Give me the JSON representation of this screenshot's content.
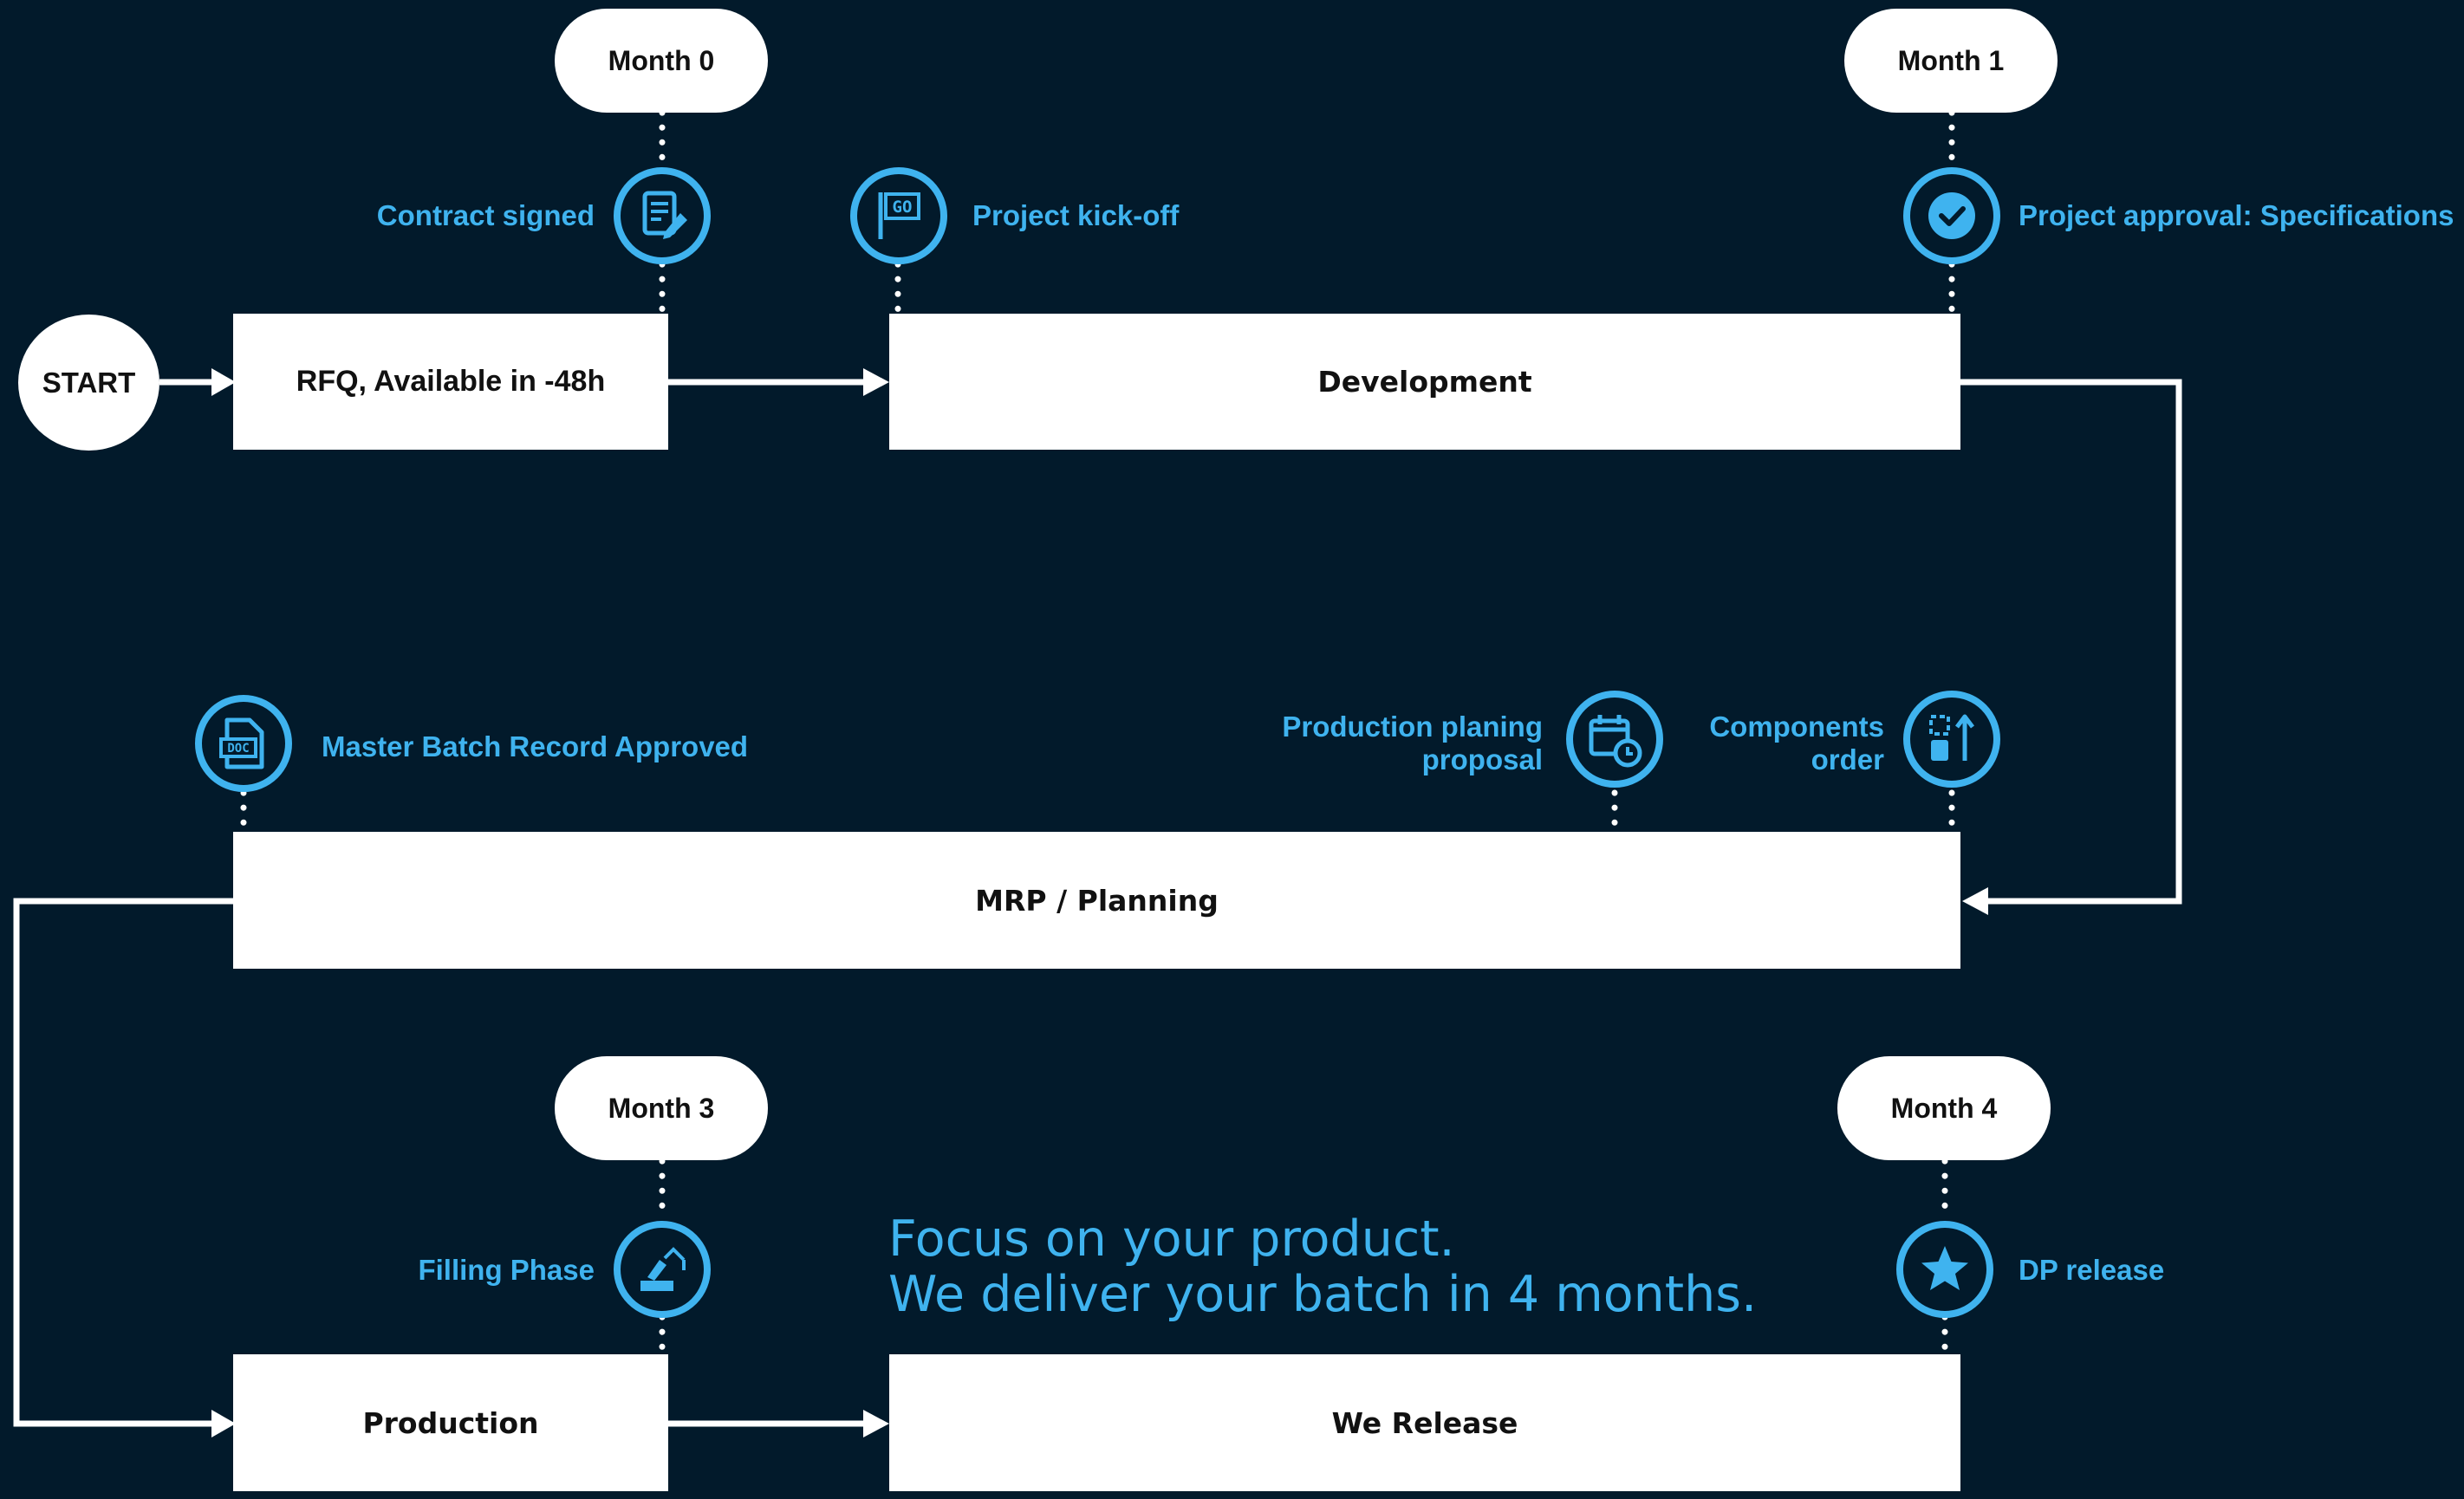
{
  "start_label": "START",
  "months": {
    "m0": "Month 0",
    "m1": "Month 1",
    "m3": "Month 3",
    "m4": "Month 4"
  },
  "boxes": {
    "rfq": "RFQ, Available in -48h",
    "development": "Development",
    "mrp": "MRP / Planning",
    "production": "Production",
    "release": "We Release"
  },
  "milestones": {
    "contract_signed": "Contract signed",
    "project_kickoff": "Project kick-off",
    "project_approval": "Project approval: Specifications",
    "master_batch": "Master Batch Record Approved",
    "production_planning_line1": "Production planing",
    "production_planning_line2": "proposal",
    "components_line1": "Components",
    "components_line2": "order",
    "filling_phase": "Filling Phase",
    "dp_release": "DP release"
  },
  "icons": {
    "contract_signed": "document-pen-icon",
    "project_kickoff": "go-flag-icon",
    "project_approval": "checkmark-icon",
    "master_batch": "doc-file-icon",
    "production_planning": "calendar-clock-icon",
    "components": "components-order-icon",
    "filling_phase": "filling-machine-icon",
    "dp_release": "star-icon"
  },
  "tagline": {
    "line1": "Focus on your product.",
    "line2": "We deliver your batch in 4 months."
  },
  "colors": {
    "background": "#021a2b",
    "accent": "#3fb3ef",
    "box": "#ffffff",
    "text_dark": "#111111"
  }
}
